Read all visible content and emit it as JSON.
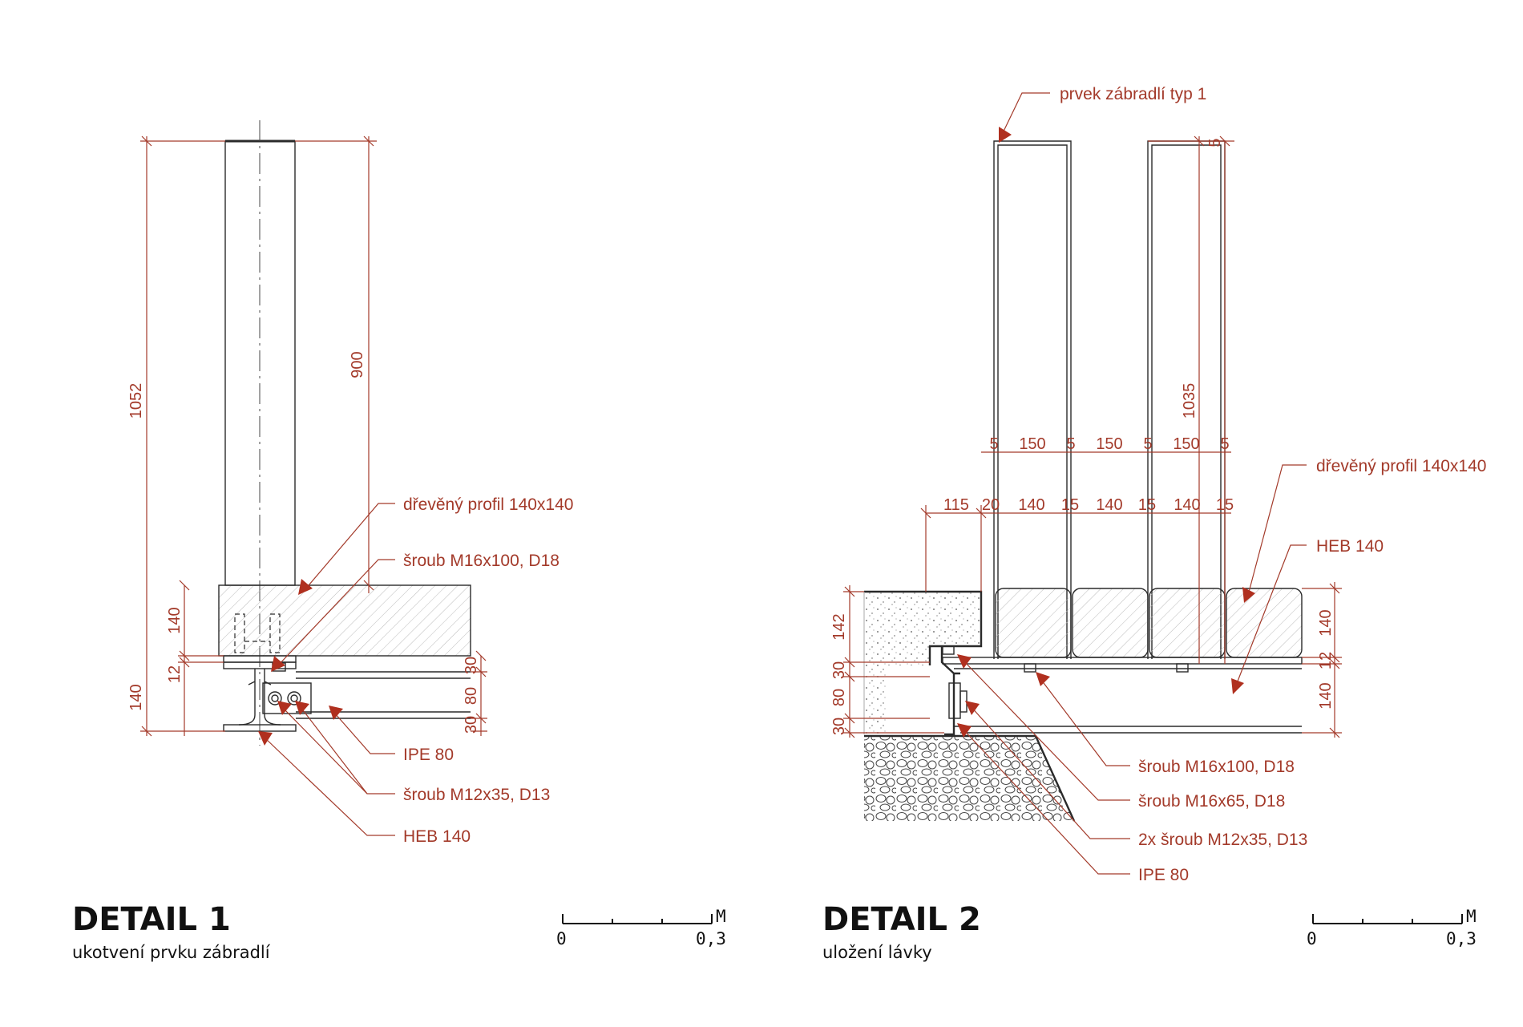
{
  "detail1": {
    "title": "DETAIL 1",
    "subtitle": "ukotvení prvku zábradlí",
    "dims": {
      "total_height": "1052",
      "post_height": "900",
      "beam": "140",
      "plate": "12",
      "heb": "140",
      "top_30": "30",
      "mid_80": "80",
      "bot_30": "30"
    },
    "labels": {
      "timber": "dřevěný profil 140x140",
      "bolt_m16": "šroub M16x100, D18",
      "ipe": "IPE 80",
      "bolt_m12": "šroub M12x35, D13",
      "heb": "HEB 140"
    },
    "scale": {
      "zero": "0",
      "end": "0,3",
      "unit": "M"
    }
  },
  "detail2": {
    "title": "DETAIL 2",
    "subtitle": "uložení lávky",
    "dims": {
      "rail_height": "1035",
      "top_5": "5",
      "spacing": [
        "5",
        "150",
        "5",
        "150",
        "5",
        "150",
        "5"
      ],
      "widths": [
        "115",
        "20",
        "140",
        "15",
        "140",
        "15",
        "140",
        "15"
      ],
      "right_140": "140",
      "right_12": "12",
      "right_140b": "140",
      "left_142": "142",
      "left_30": "30",
      "left_80": "80",
      "left_30b": "30"
    },
    "labels": {
      "railing": "prvek zábradlí typ 1",
      "timber": "dřevěný profil 140x140",
      "heb": "HEB 140",
      "bolt_m16_100": "šroub M16x100, D18",
      "bolt_m16_65": "šroub M16x65, D18",
      "bolt_2x_m12": "2x šroub M12x35, D13",
      "ipe": "IPE 80"
    },
    "scale": {
      "zero": "0",
      "end": "0,3",
      "unit": "M"
    }
  }
}
